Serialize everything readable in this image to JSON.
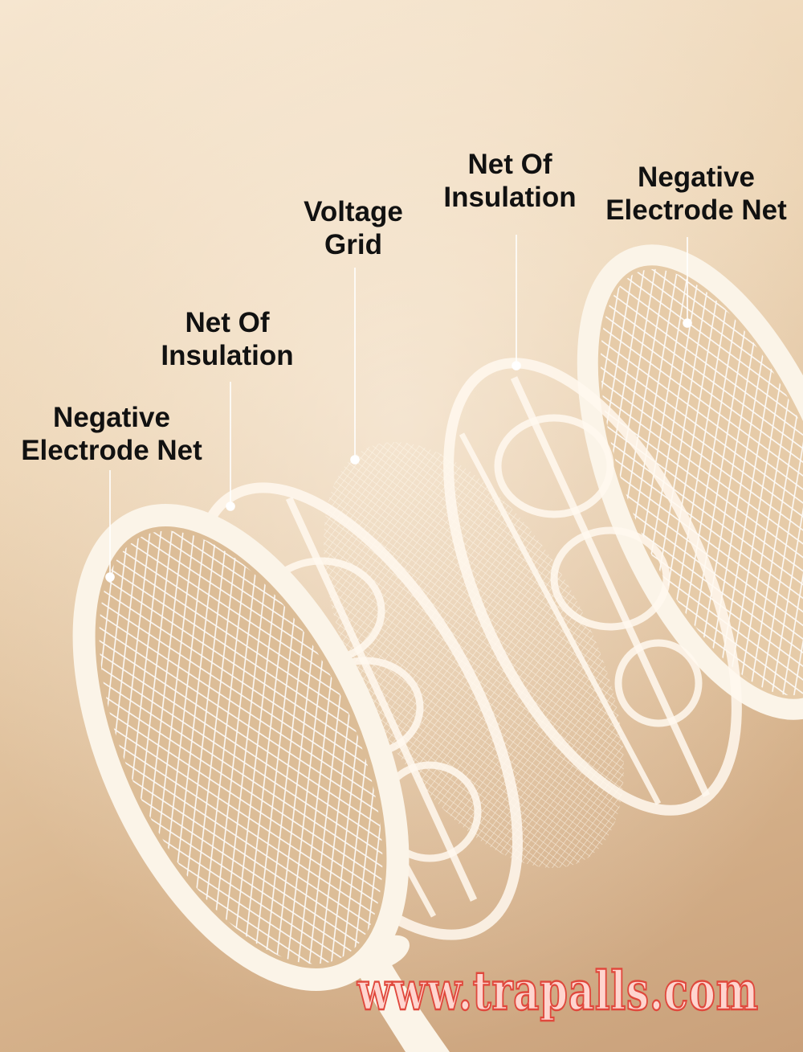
{
  "labels": [
    {
      "id": "negative-electrode-net-left",
      "line1": "Negative",
      "line2": "Electrode Net"
    },
    {
      "id": "insulation-net-left",
      "line1": "Net Of",
      "line2": "Insulation"
    },
    {
      "id": "voltage-grid",
      "line1": "Voltage",
      "line2": "Grid"
    },
    {
      "id": "insulation-net-right",
      "line1": "Net Of",
      "line2": "Insulation"
    },
    {
      "id": "negative-electrode-net-right",
      "line1": "Negative",
      "line2": "Electrode Net"
    }
  ],
  "watermark": "www.trapalls.com",
  "colors": {
    "background_top": "#f6e6d0",
    "background_bottom": "#c9a07a",
    "frame": "#fbf4e8",
    "label_text": "#111111",
    "watermark_fill": "#ffd5cf",
    "watermark_stroke": "#e0483c"
  }
}
